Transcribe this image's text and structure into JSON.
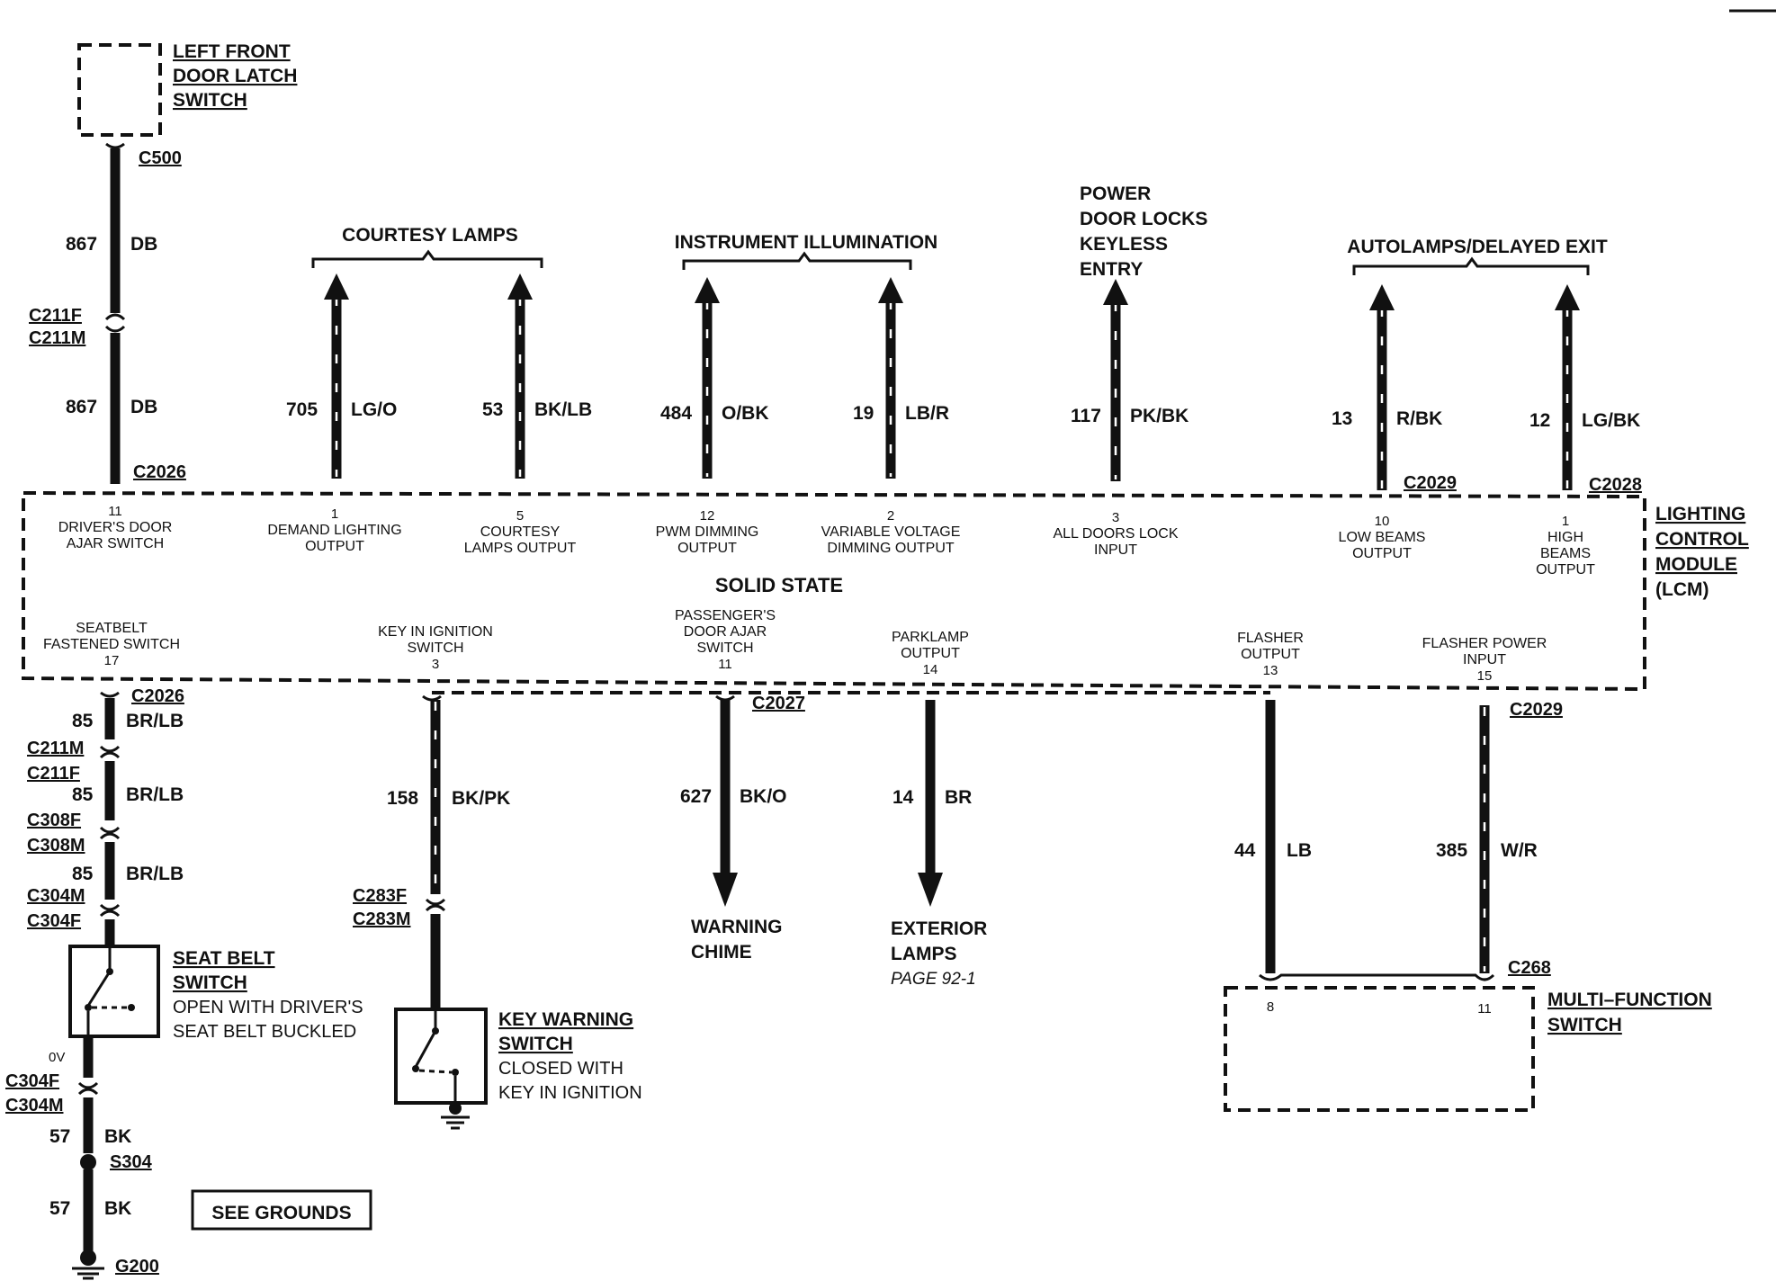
{
  "top_left": {
    "component": [
      "LEFT FRONT",
      "DOOR LATCH",
      "SWITCH"
    ],
    "connector": "C500",
    "wire_867_top": {
      "num": "867",
      "color": "DB"
    },
    "inline": [
      "C211F",
      "C211M"
    ],
    "wire_867_bot": {
      "num": "867",
      "color": "DB"
    },
    "lcm_conn": "C2026"
  },
  "groups": {
    "courtesy": "COURTESY LAMPS",
    "instrument": "INSTRUMENT ILLUMINATION",
    "power_locks": [
      "POWER",
      "DOOR LOCKS",
      "KEYLESS",
      "ENTRY"
    ],
    "autolamps": "AUTOLAMPS/DELAYED EXIT"
  },
  "top_wires": [
    {
      "num": "705",
      "color": "LG/O"
    },
    {
      "num": "53",
      "color": "BK/LB"
    },
    {
      "num": "484",
      "color": "O/BK"
    },
    {
      "num": "19",
      "color": "LB/R"
    },
    {
      "num": "117",
      "color": "PK/BK"
    },
    {
      "num": "13",
      "color": "R/BK"
    },
    {
      "num": "12",
      "color": "LG/BK"
    }
  ],
  "top_connectors": [
    "C2029",
    "C2028"
  ],
  "lcm": {
    "title": [
      "LIGHTING",
      "CONTROL",
      "MODULE",
      "(LCM)"
    ],
    "center": "SOLID STATE",
    "top_pins": [
      {
        "pin": "11",
        "label": [
          "DRIVER'S DOOR",
          "AJAR SWITCH"
        ]
      },
      {
        "pin": "1",
        "label": [
          "DEMAND LIGHTING",
          "OUTPUT"
        ]
      },
      {
        "pin": "5",
        "label": [
          "COURTESY",
          "LAMPS OUTPUT"
        ]
      },
      {
        "pin": "12",
        "label": [
          "PWM DIMMING",
          "OUTPUT"
        ]
      },
      {
        "pin": "2",
        "label": [
          "VARIABLE VOLTAGE",
          "DIMMING OUTPUT"
        ]
      },
      {
        "pin": "3",
        "label": [
          "ALL DOORS LOCK",
          "INPUT"
        ]
      },
      {
        "pin": "10",
        "label": [
          "LOW BEAMS",
          "OUTPUT"
        ]
      },
      {
        "pin": "1",
        "label": [
          "HIGH",
          "BEAMS",
          "OUTPUT"
        ]
      }
    ],
    "bottom_pins": [
      {
        "pin": "17",
        "label": [
          "SEATBELT",
          "FASTENED SWITCH"
        ]
      },
      {
        "pin": "3",
        "label": [
          "KEY IN IGNITION",
          "SWITCH"
        ]
      },
      {
        "pin": "11",
        "label": [
          "PASSENGER'S",
          "DOOR AJAR",
          "SWITCH"
        ]
      },
      {
        "pin": "14",
        "label": [
          "PARKLAMP",
          "OUTPUT"
        ]
      },
      {
        "pin": "13",
        "label": [
          "FLASHER",
          "OUTPUT"
        ]
      },
      {
        "pin": "15",
        "label": [
          "FLASHER POWER",
          "INPUT"
        ]
      }
    ]
  },
  "bottom_left": {
    "lcm_conn": "C2026",
    "w1": {
      "num": "85",
      "color": "BR/LB"
    },
    "inline1": [
      "C211M",
      "C211F"
    ],
    "w2": {
      "num": "85",
      "color": "BR/LB"
    },
    "inline2": [
      "C308F",
      "C308M"
    ],
    "w3": {
      "num": "85",
      "color": "BR/LB"
    },
    "inline3": [
      "C304M",
      "C304F"
    ],
    "seat_belt": {
      "title": [
        "SEAT BELT",
        "SWITCH"
      ],
      "desc": [
        "OPEN WITH DRIVER'S",
        "SEAT BELT BUCKLED"
      ]
    },
    "voltage": "0V",
    "inline4": [
      "C304F",
      "C304M"
    ],
    "w4": {
      "num": "57",
      "color": "BK"
    },
    "splice": "S304",
    "w5": {
      "num": "57",
      "color": "BK"
    },
    "ground": "G200",
    "see_grounds": "SEE GROUNDS"
  },
  "key_warning": {
    "wire": {
      "num": "158",
      "color": "BK/PK"
    },
    "inline": [
      "C283F",
      "C283M"
    ],
    "title": [
      "KEY WARNING",
      "SWITCH"
    ],
    "desc": [
      "CLOSED WITH",
      "KEY IN IGNITION"
    ]
  },
  "chime": {
    "conn": "C2027",
    "wire": {
      "num": "627",
      "color": "BK/O"
    },
    "label": [
      "WARNING",
      "CHIME"
    ]
  },
  "exterior": {
    "wire": {
      "num": "14",
      "color": "BR"
    },
    "label": [
      "EXTERIOR",
      "LAMPS"
    ],
    "page": "PAGE 92-1"
  },
  "multifunction": {
    "conn_top": "C2029",
    "w44": {
      "num": "44",
      "color": "LB"
    },
    "w385": {
      "num": "385",
      "color": "W/R"
    },
    "conn": "C268",
    "pins": [
      "8",
      "11"
    ],
    "title": [
      "MULTI–FUNCTION",
      "SWITCH"
    ]
  }
}
